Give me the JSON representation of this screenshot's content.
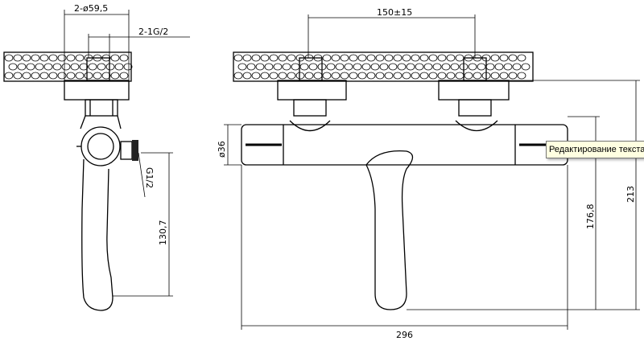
{
  "side_view": {
    "dim_outer": "2-ø59,5",
    "dim_thread": "2-1G/2",
    "dim_inlet": "G1/2",
    "dim_height": "130,7"
  },
  "front_view": {
    "dim_spacing": "150±15",
    "dim_body": "ø36",
    "dim_spout": "176,8",
    "dim_total_height": "213",
    "dim_width": "296"
  },
  "tooltip": {
    "text": "Редактирование текста в"
  }
}
